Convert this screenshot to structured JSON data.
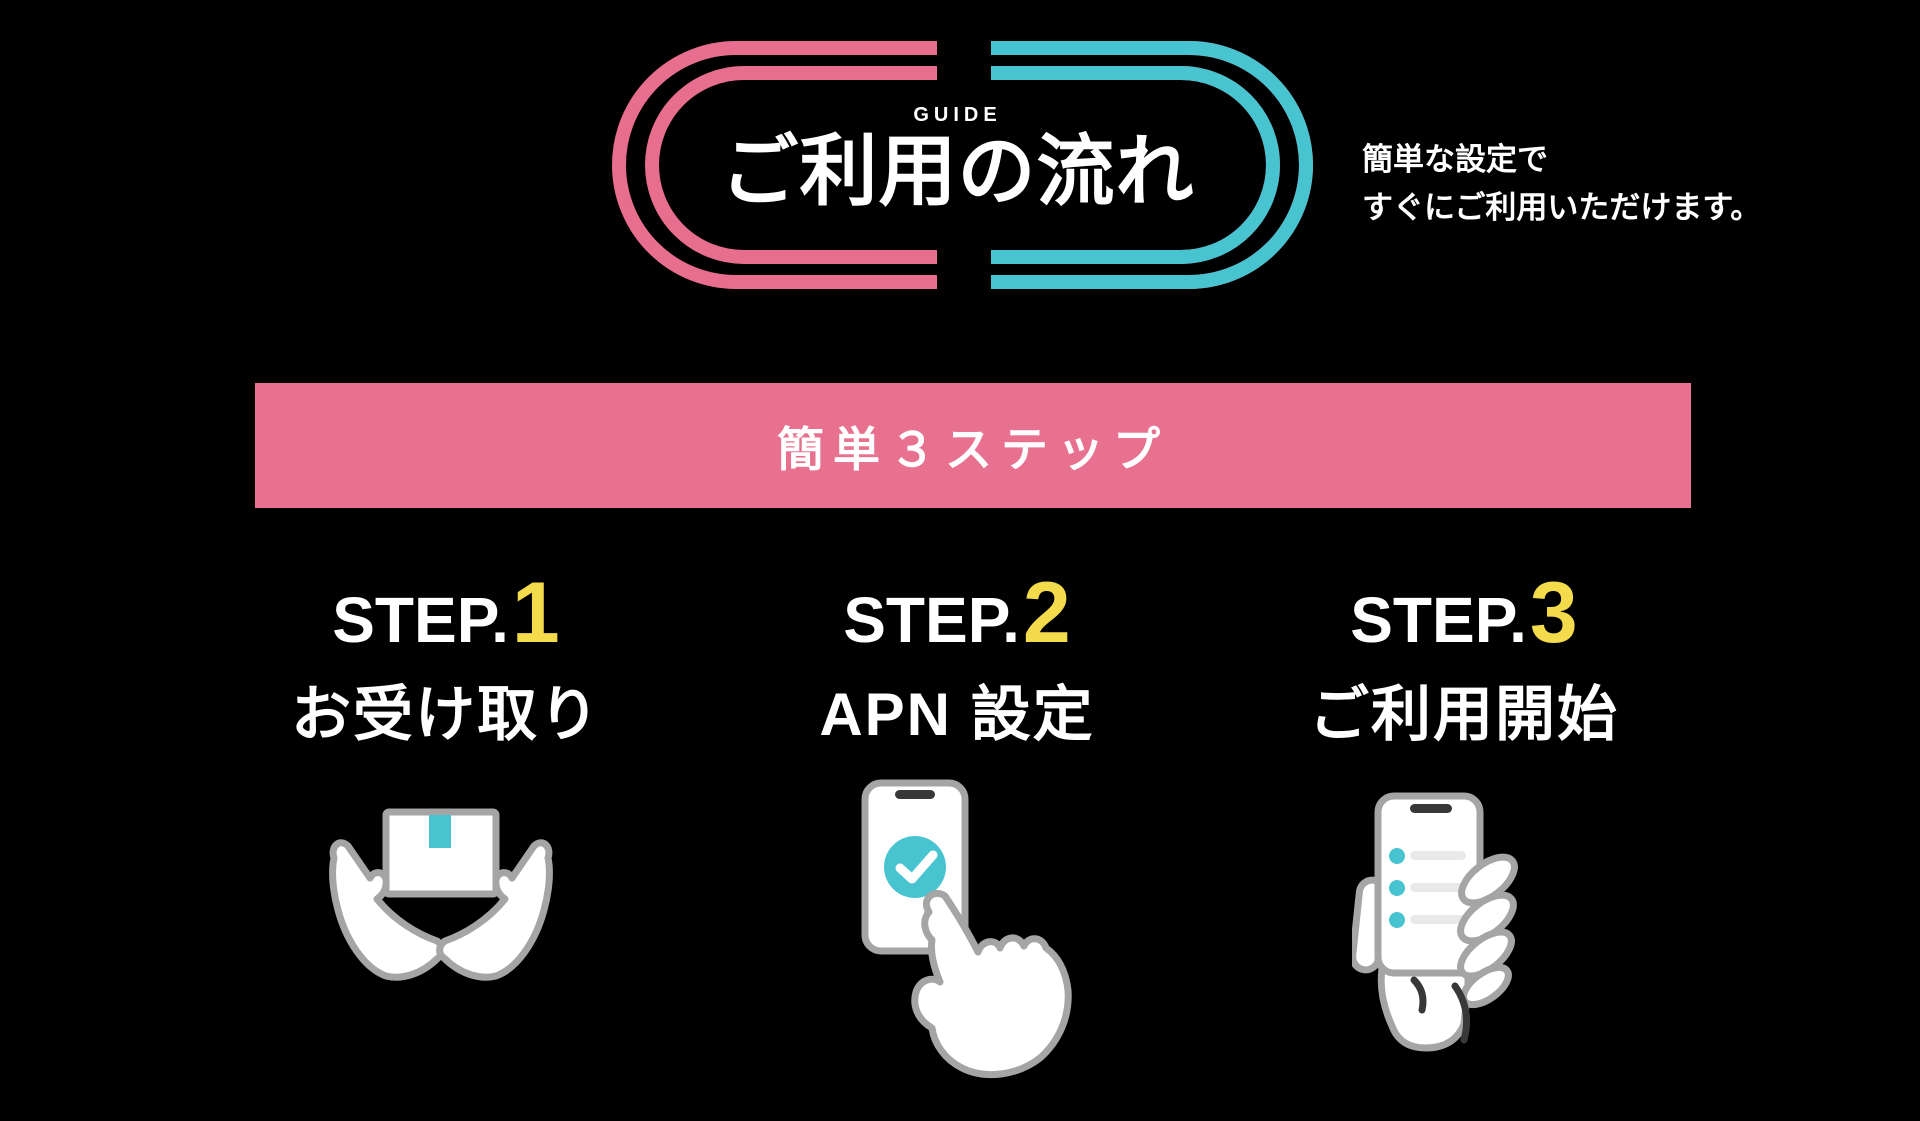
{
  "header": {
    "badge": {
      "kicker": "GUIDE",
      "title": "ご利用の流れ"
    },
    "tagline": {
      "line1": "簡単な設定で",
      "line2": "すぐにご利用いただけます。"
    }
  },
  "banner": {
    "label": "簡単３ステップ"
  },
  "steps": [
    {
      "prefix": "STEP.",
      "number": "1",
      "label": "お受け取り",
      "icon": "hands-box-icon"
    },
    {
      "prefix": "STEP.",
      "number": "2",
      "label": "APN 設定",
      "icon": "phone-check-icon"
    },
    {
      "prefix": "STEP.",
      "number": "3",
      "label": "ご利用開始",
      "icon": "hand-phone-icon"
    }
  ],
  "colors": {
    "background": "#000000",
    "badge_pink": "#E76E8C",
    "badge_teal": "#48C3D0",
    "banner_pink": "#E8718F",
    "step_number_yellow": "#F4DB4B",
    "text_white": "#FFFFFF",
    "icon_outline_gray": "#A5A5A5",
    "icon_dark": "#383838",
    "icon_accent_teal": "#48C3D0"
  }
}
